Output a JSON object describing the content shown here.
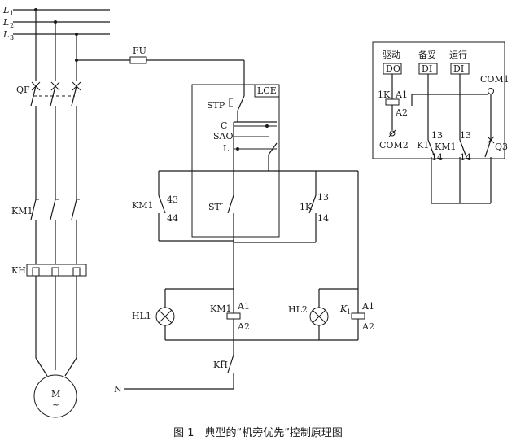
{
  "diagram": {
    "title": "图 1　典型的“机旁优先”控制原理图",
    "lines": {
      "l1": "L",
      "l1_sub": "1",
      "l2": "L",
      "l2_sub": "2",
      "l3": "L",
      "l3_sub": "3"
    },
    "main_circuit": {
      "breaker": "QF",
      "contactor": "KM1",
      "overload": "KH",
      "motor": "M",
      "motor_symbol": "~"
    },
    "control": {
      "fuse": "FU",
      "station": "LCE",
      "stop": "STP",
      "c": "C",
      "sao": "SAO",
      "l": "L",
      "start": "ST",
      "km1_aux": "KM1",
      "km1_aux_a": "43",
      "km1_aux_b": "44",
      "relay_contact": "1K",
      "relay_a": "13",
      "relay_b": "14",
      "lamp1": "HL1",
      "lamp2": "HL2",
      "coil_km1": "KM1",
      "coil_km1_a1": "A1",
      "coil_km1_a2": "A2",
      "coil_k1": "K",
      "coil_k1_sub": "1",
      "coil_k1_a1": "A1",
      "coil_k1_a2": "A2",
      "kh_contact": "KH",
      "neutral": "N"
    },
    "io_module": {
      "drive": "驱动",
      "standby": "备妥",
      "running": "运行",
      "do": "DO",
      "di1": "DI",
      "di2": "DI",
      "com1": "COM1",
      "com2": "COM2",
      "relay": "1K",
      "relay_a1": "A1",
      "relay_a2": "A2",
      "k1": "K1",
      "k1_a": "13",
      "k1_b": "14",
      "km1": "KM1",
      "km1_a": "13",
      "km1_b": "14",
      "q3": "Q3"
    }
  }
}
